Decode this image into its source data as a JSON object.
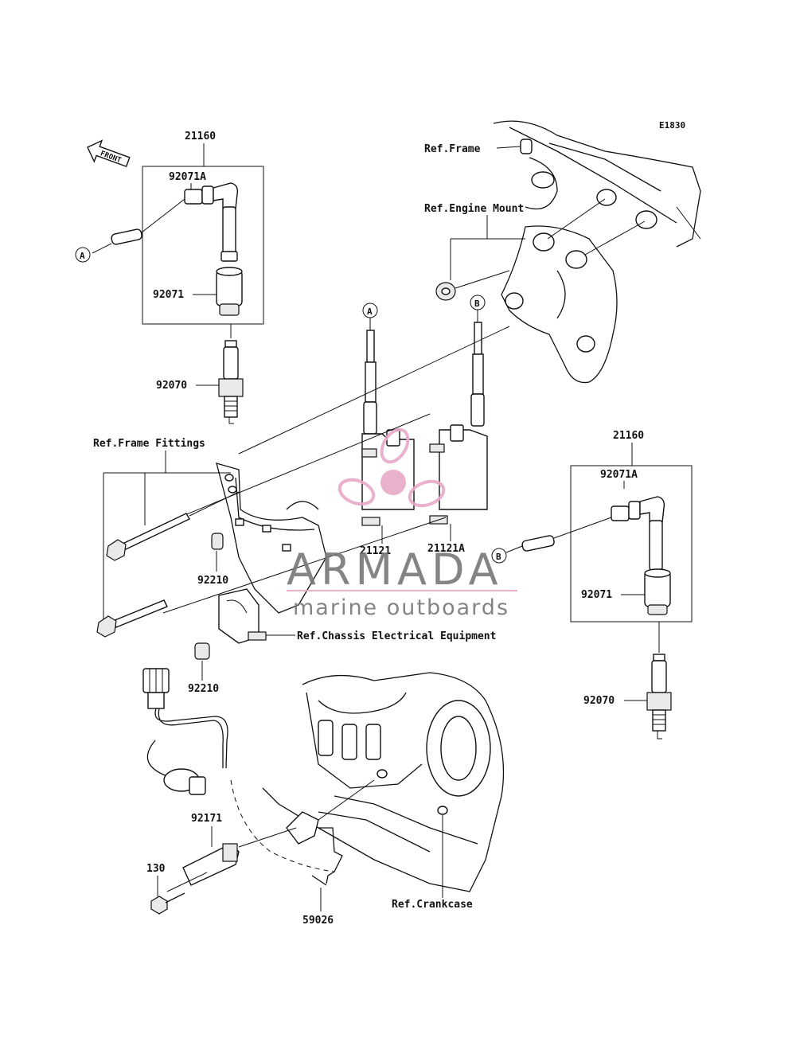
{
  "diagram_code": "E1830",
  "front_label": "FRONT",
  "callouts": {
    "a_top": "A",
    "b_top": "B",
    "a_left": "A",
    "b_right": "B"
  },
  "labels": {
    "kit_left": "21160",
    "kit_right": "21160",
    "cap_left": "92071A",
    "cap_right": "92071A",
    "boot_left": "92071",
    "boot_right": "92071",
    "plug_left": "92070",
    "plug_right": "92070",
    "coil_a": "21121",
    "coil_b": "21121A",
    "nut_upper": "92210",
    "nut_lower": "92210",
    "sensor": "92171",
    "bolt": "130",
    "harness": "59026"
  },
  "references": {
    "frame": "Ref.Frame",
    "engine_mount": "Ref.Engine Mount",
    "frame_fittings": "Ref.Frame Fittings",
    "chassis_electrical": "Ref.Chassis Electrical Equipment",
    "crankcase": "Ref.Crankcase"
  },
  "watermark": {
    "brand": "ARMADA",
    "tagline": "marine outboards",
    "accent_color": "#e8a9c8",
    "text_color": "#777777"
  }
}
